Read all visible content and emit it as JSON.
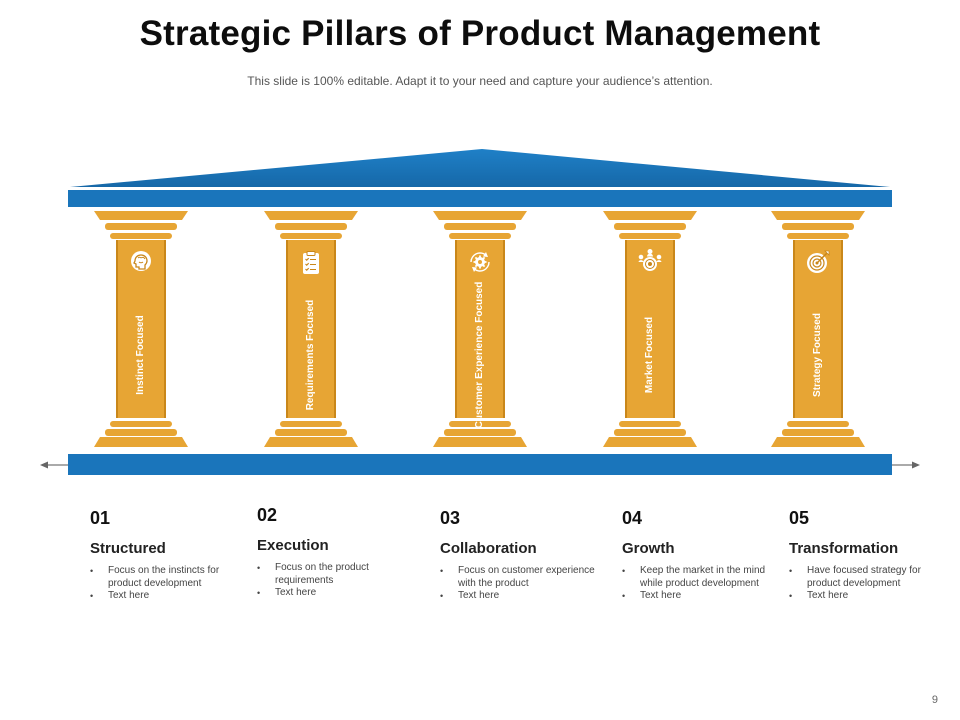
{
  "slide": {
    "title": "Strategic Pillars of Product Management",
    "subtitle": "This slide is 100% editable. Adapt it to your need and capture your audience’s attention.",
    "page_number": "9"
  },
  "colors": {
    "roof_blue": "#1a75bb",
    "pillar_gold": "#e7a534",
    "pillar_dark": "#c9871a",
    "text_dark": "#111111"
  },
  "pillars": [
    {
      "label": "Instinct Focused",
      "icon": "brain-head-icon",
      "number": "01",
      "heading": "Structured",
      "bullets": [
        "Focus on the instincts for product development",
        "Text here"
      ]
    },
    {
      "label": "Requirements Focused",
      "icon": "checklist-clipboard-icon",
      "number": "02",
      "heading": "Execution",
      "bullets": [
        "Focus on the product requirements",
        "Text here"
      ]
    },
    {
      "label": "Customer Experience Focused",
      "icon": "gear-cycle-icon",
      "number": "03",
      "heading": "Collaboration",
      "bullets": [
        "Focus on customer experience with the product",
        "Text here"
      ]
    },
    {
      "label": "Market Focused",
      "icon": "people-target-icon",
      "number": "04",
      "heading": "Growth",
      "bullets": [
        "Keep the market in the mind  while product development",
        "Text here"
      ]
    },
    {
      "label": "Strategy Focused",
      "icon": "target-arrow-icon",
      "number": "05",
      "heading": "Transformation",
      "bullets": [
        "Have focused strategy for product development",
        "Text here"
      ]
    }
  ]
}
